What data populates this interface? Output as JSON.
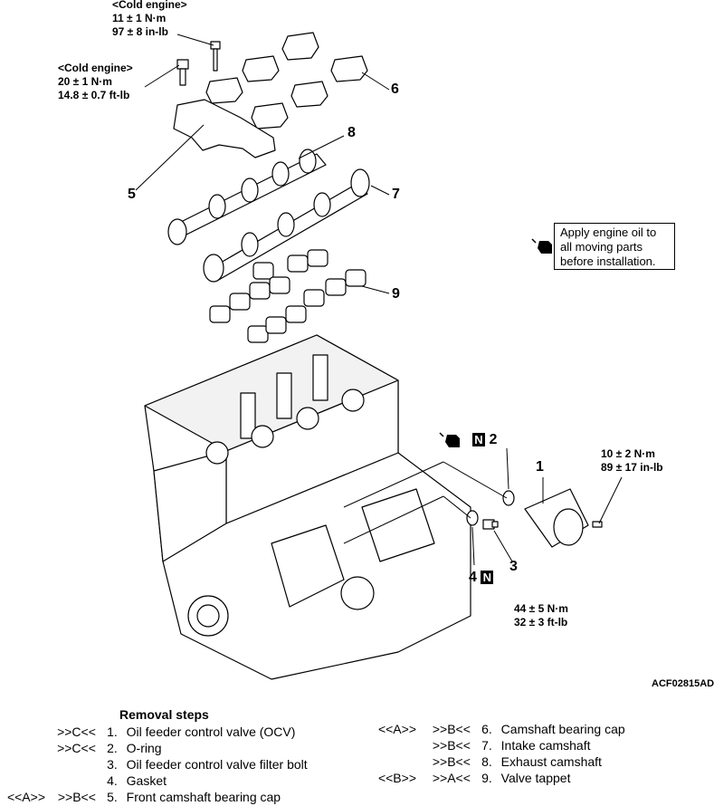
{
  "callouts": {
    "t1": {
      "l1": "<Cold engine>",
      "l2": "11 ± 1 N·m",
      "l3": "97 ± 8 in-lb"
    },
    "t2": {
      "l1": "<Cold engine>",
      "l2": "20 ± 1 N·m",
      "l3": "14.8 ± 0.7 ft-lb"
    },
    "t3": {
      "l1": "10 ± 2 N·m",
      "l2": "89 ± 17 in-lb"
    },
    "t4": {
      "l1": "44 ± 5 N·m",
      "l2": "32 ± 3 ft-lb"
    },
    "numbers": {
      "n1": "1",
      "n2": "2",
      "n3": "3",
      "n4": "4",
      "n5": "5",
      "n6": "6",
      "n7": "7",
      "n8": "8",
      "n9": "9"
    },
    "n_mark": "N"
  },
  "note": {
    "l1": "Apply engine oil to",
    "l2": "all moving parts",
    "l3": "before installation."
  },
  "figure_ref": "ACF02815AD",
  "removal_steps": {
    "title": "Removal steps",
    "left": [
      {
        "tag1": "",
        "tag2": ">>C<<",
        "num": "1.",
        "text": "Oil feeder control valve (OCV)"
      },
      {
        "tag1": "",
        "tag2": ">>C<<",
        "num": "2.",
        "text": "O-ring"
      },
      {
        "tag1": "",
        "tag2": "",
        "num": "3.",
        "text": "Oil feeder control valve filter bolt"
      },
      {
        "tag1": "",
        "tag2": "",
        "num": "4.",
        "text": "Gasket"
      },
      {
        "tag1": "<<A>>",
        "tag2": ">>B<<",
        "num": "5.",
        "text": "Front camshaft bearing cap"
      }
    ],
    "right": [
      {
        "tag1": "<<A>>",
        "tag2": ">>B<<",
        "num": "6.",
        "text": "Camshaft bearing cap"
      },
      {
        "tag1": "",
        "tag2": ">>B<<",
        "num": "7.",
        "text": "Intake camshaft"
      },
      {
        "tag1": "",
        "tag2": ">>B<<",
        "num": "8.",
        "text": "Exhaust camshaft"
      },
      {
        "tag1": "<<B>>",
        "tag2": ">>A<<",
        "num": "9.",
        "text": "Valve tappet"
      }
    ]
  }
}
